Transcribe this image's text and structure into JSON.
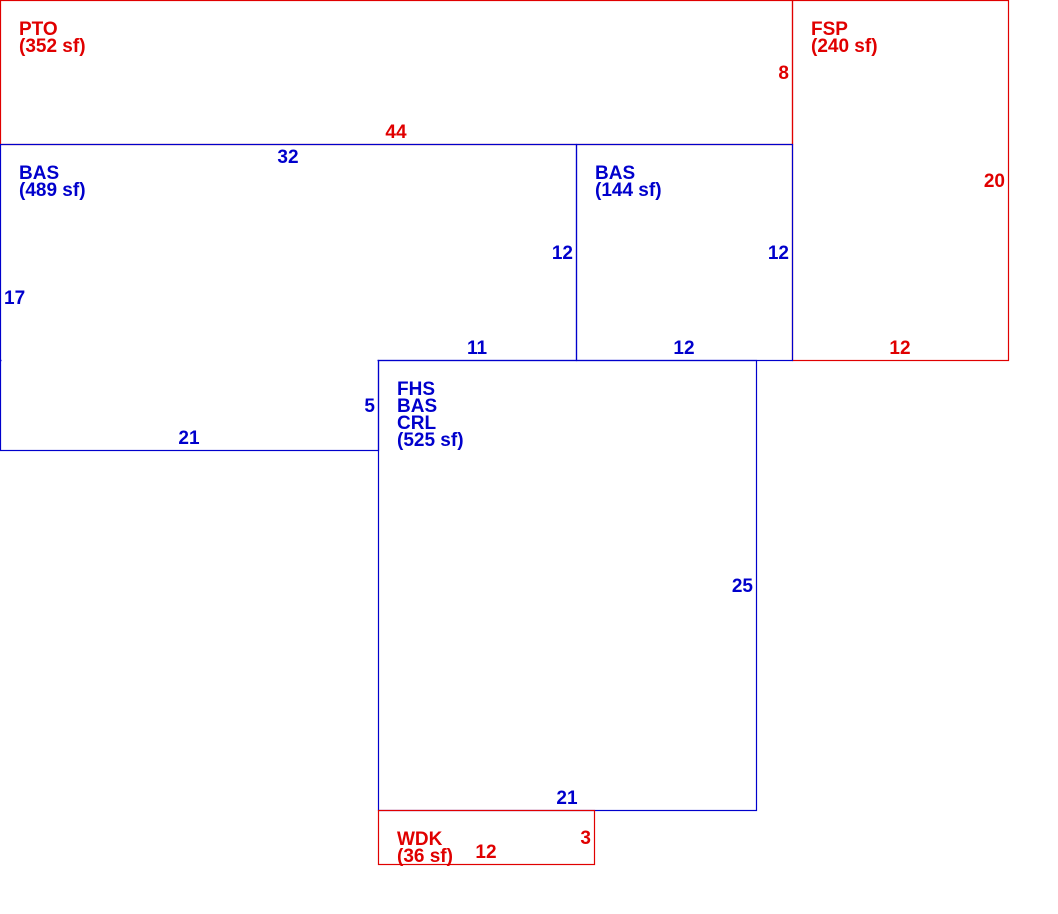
{
  "colors": {
    "living": "#0000cc",
    "accessory": "#e00000"
  },
  "areas": [
    {
      "id": "pto",
      "kind": "accessory",
      "codes": [
        "PTO"
      ],
      "area": "(352 sf)"
    },
    {
      "id": "fsp",
      "kind": "accessory",
      "codes": [
        "FSP"
      ],
      "area": "(240 sf)"
    },
    {
      "id": "bas-main",
      "kind": "living",
      "codes": [
        "BAS"
      ],
      "area": "(489 sf)"
    },
    {
      "id": "bas-small",
      "kind": "living",
      "codes": [
        "BAS"
      ],
      "area": "(144 sf)"
    },
    {
      "id": "fhs",
      "kind": "living",
      "codes": [
        "FHS",
        "BAS",
        "CRL"
      ],
      "area": "(525 sf)"
    },
    {
      "id": "wdk",
      "kind": "accessory",
      "codes": [
        "WDK"
      ],
      "area": "(36 sf)"
    }
  ],
  "dimensions": {
    "pto_width": "44",
    "pto_depth": "8",
    "fsp_depth": "20",
    "fsp_width": "12",
    "bas_main_top": "32",
    "bas_main_right": "12",
    "bas_main_left": "17",
    "bas_main_step": "11",
    "bas_main_bottom": "21",
    "bas_main_jog": "5",
    "bas_small_right": "12",
    "bas_small_bottom": "12",
    "fhs_right": "25",
    "fhs_bottom": "21",
    "wdk_width": "12",
    "wdk_depth": "3"
  }
}
